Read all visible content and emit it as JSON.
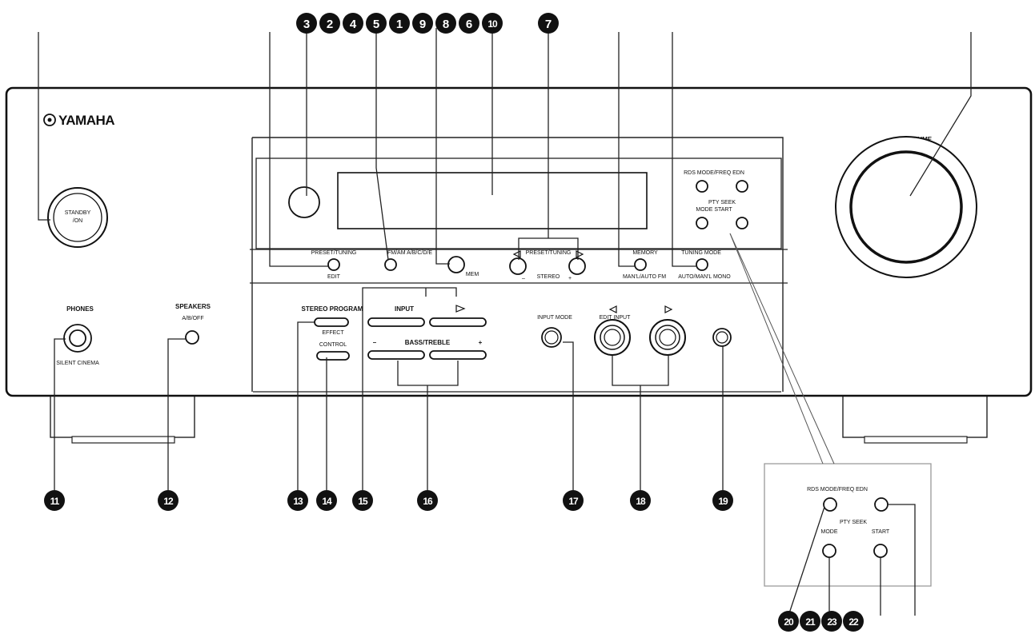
{
  "brand": "YAMAHA",
  "labels": {
    "standby_line1": "STANDBY",
    "standby_line2": "/ON",
    "volume": "VOLUME",
    "phones": "PHONES",
    "silent_cinema": "SILENT CINEMA",
    "speakers": "SPEAKERS",
    "speakers_abo": "A/B/OFF",
    "preset_tuning": "PRESET/TUNING",
    "edit": "EDIT",
    "fm_am": "FM/AM A/B/C/D/E",
    "mem_small": "MEM",
    "preset_tuning_center": "PRESET/TUNING",
    "stereo": "STEREO",
    "minus": "–",
    "plus": "+",
    "memory": "MEMORY",
    "man_auto_fm": "MAN'L/AUTO FM",
    "tuning_mode": "TUNING MODE",
    "auto_man_mono": "AUTO/MAN'L MONO",
    "rds_mode_freq_edn": "RDS MODE/FREQ EDN",
    "pty_seek": "PTY SEEK",
    "mode_start": "MODE START",
    "stereo_program": "STEREO PROGRAM",
    "input": "INPUT",
    "effect": "EFFECT",
    "control": "CONTROL",
    "bass_treble": "BASS/TREBLE",
    "input_mode": "INPUT MODE",
    "edit_input": "EDIT INPUT",
    "inset_rds": "RDS MODE/FREQ EDN",
    "inset_pty_seek": "PTY SEEK",
    "inset_mode": "MODE",
    "inset_start": "START"
  },
  "callouts": [
    "1",
    "2",
    "3",
    "4",
    "5",
    "6",
    "7",
    "8",
    "9",
    "10",
    "11",
    "12",
    "13",
    "14",
    "15",
    "16",
    "17",
    "18",
    "19",
    "20",
    "21",
    "22",
    "23"
  ]
}
